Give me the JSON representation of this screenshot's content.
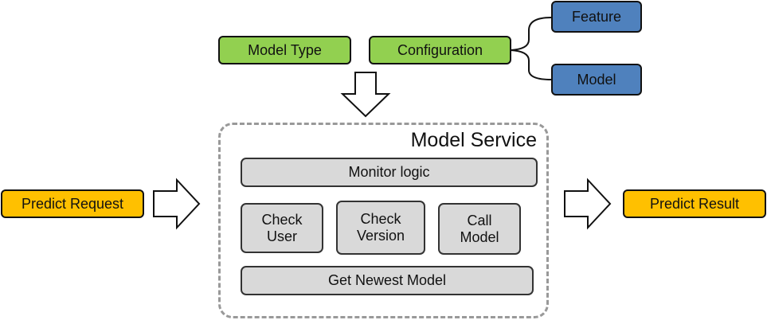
{
  "inputs": {
    "model_type": "Model Type",
    "configuration": "Configuration"
  },
  "config_children": {
    "feature": "Feature",
    "model": "Model"
  },
  "service": {
    "title": "Model Service",
    "monitor_logic": "Monitor logic",
    "check_user": "Check User",
    "check_version": "Check Version",
    "call_model": "Call Model",
    "get_newest_model": "Get Newest Model"
  },
  "io": {
    "request": "Predict Request",
    "result": "Predict Result"
  },
  "colors": {
    "input_green": "#92d050",
    "config_blue": "#4f81bd",
    "io_orange": "#ffc000",
    "component_grey": "#d9d9d9",
    "frame_dash": "#999999"
  }
}
